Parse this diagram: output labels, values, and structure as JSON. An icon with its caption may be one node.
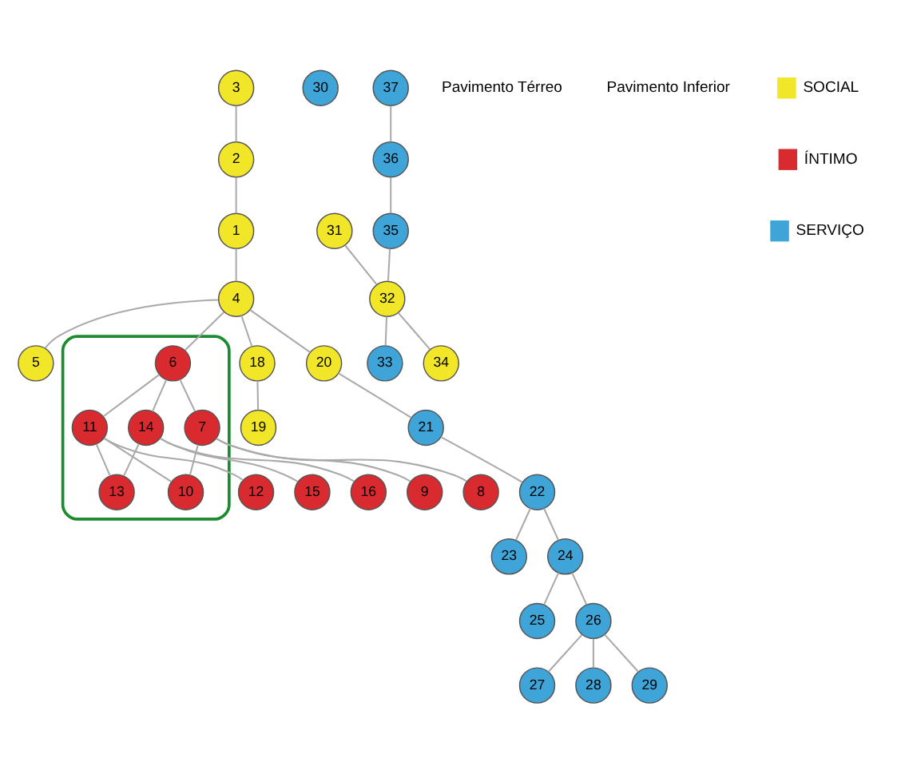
{
  "diagram": {
    "nodes": [
      {
        "text": [
          "1"
        ]
      },
      {
        "text": [
          "2"
        ]
      },
      {
        "text": [
          "3"
        ]
      },
      {
        "text": [
          "4"
        ]
      },
      {
        "text": [
          "5"
        ]
      },
      {
        "text": [],
        "shape": "outline"
      },
      {
        "text": [
          "6"
        ],
        "in": 5
      },
      {
        "text": [
          "7"
        ],
        "in": 5
      },
      {
        "text": [
          "8"
        ]
      },
      {
        "text": [
          "9"
        ]
      },
      {
        "text": [
          "10"
        ],
        "in": 5
      },
      {
        "text": [
          "11"
        ],
        "in": 5
      },
      {
        "text": [
          "12"
        ]
      },
      {
        "text": [
          "13"
        ],
        "in": 5
      },
      {
        "text": [
          "14"
        ],
        "in": 5
      },
      {
        "text": [
          "15"
        ]
      },
      {
        "text": [
          "16"
        ]
      },
      {
        "text": [
          "18"
        ]
      },
      {
        "text": [
          "19"
        ]
      },
      {
        "text": [
          "20"
        ]
      },
      {
        "text": [
          "21"
        ]
      },
      {
        "text": [
          "22"
        ]
      },
      {
        "text": [
          "23"
        ]
      },
      {
        "text": [
          "24"
        ]
      },
      {
        "text": [
          "25"
        ]
      },
      {
        "text": [
          "26"
        ]
      },
      {
        "text": [
          "27"
        ]
      },
      {
        "text": [
          "28"
        ]
      },
      {
        "text": [
          "29"
        ]
      },
      {
        "text": [
          "30"
        ]
      },
      {
        "text": [
          "31"
        ]
      },
      {
        "text": [
          "32"
        ]
      },
      {
        "text": [
          "33"
        ]
      },
      {
        "text": [
          "34"
        ]
      },
      {
        "text": [
          "35"
        ]
      },
      {
        "text": [
          "36"
        ]
      },
      {
        "text": [
          "37"
        ]
      }
    ],
    "edges": [
      {
        "from": 2,
        "to": 1,
        "arrow": "none"
      },
      {
        "from": 1,
        "to": 0,
        "arrow": "none"
      },
      {
        "from": 0,
        "to": 3,
        "arrow": "none"
      },
      {
        "from": 3,
        "to": 4,
        "arrow": "none"
      },
      {
        "from": 3,
        "to": 17,
        "arrow": "none"
      },
      {
        "from": 17,
        "to": 18,
        "arrow": "none"
      },
      {
        "from": 3,
        "to": 19,
        "arrow": "none"
      },
      {
        "from": 19,
        "to": 20,
        "arrow": "none"
      },
      {
        "from": 20,
        "to": 21,
        "arrow": "none"
      },
      {
        "from": 21,
        "to": 22,
        "arrow": "none"
      },
      {
        "from": 21,
        "to": 23,
        "arrow": "none"
      },
      {
        "from": 23,
        "to": 24,
        "arrow": "none"
      },
      {
        "from": 23,
        "to": 25,
        "arrow": "none"
      },
      {
        "from": 25,
        "to": 26,
        "arrow": "none"
      },
      {
        "from": 25,
        "to": 28,
        "arrow": "none"
      },
      {
        "from": 25,
        "to": 27,
        "arrow": "none"
      },
      {
        "from": 3,
        "to": 6,
        "arrow": "none"
      },
      {
        "from": 6,
        "to": 7,
        "arrow": "none"
      },
      {
        "from": 6,
        "to": 11,
        "arrow": "none"
      },
      {
        "from": 6,
        "to": 14,
        "arrow": "none"
      },
      {
        "from": 7,
        "to": 8,
        "arrow": "none"
      },
      {
        "from": 7,
        "to": 9,
        "arrow": "none"
      },
      {
        "from": 7,
        "to": 10,
        "arrow": "none"
      },
      {
        "from": 11,
        "to": 10,
        "arrow": "none"
      },
      {
        "from": 11,
        "to": 13,
        "arrow": "none"
      },
      {
        "from": 11,
        "to": 12,
        "arrow": "none"
      },
      {
        "from": 14,
        "to": 13,
        "arrow": "none"
      },
      {
        "from": 14,
        "to": 16,
        "arrow": "none"
      },
      {
        "from": 14,
        "to": 15,
        "arrow": "none"
      },
      {
        "from": 30,
        "to": 31,
        "arrow": "none"
      },
      {
        "from": 36,
        "to": 35,
        "arrow": "none"
      },
      {
        "from": 35,
        "to": 34,
        "arrow": "none"
      },
      {
        "from": 34,
        "to": 31,
        "arrow": "none"
      },
      {
        "from": 31,
        "to": 32,
        "arrow": "none"
      },
      {
        "from": 31,
        "to": 33,
        "arrow": "none"
      }
    ],
    "labels": [
      "Pavimento Térreo",
      "Pavimento Inferior"
    ],
    "legend": [
      {
        "text": "SOCIAL",
        "color": "#f2e629"
      },
      {
        "text": "ÍNTIMO",
        "color": "#d92b2f"
      },
      {
        "text": "SERVIÇO",
        "color": "#3fa4d8"
      }
    ]
  }
}
